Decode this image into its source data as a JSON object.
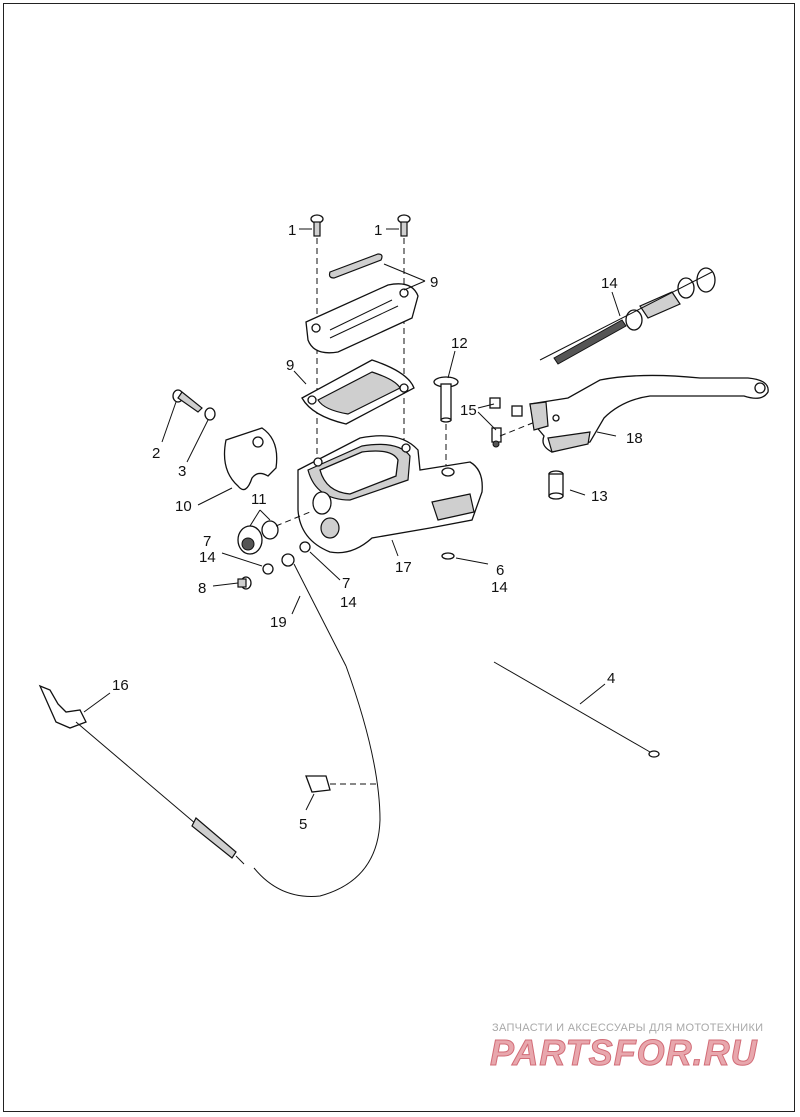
{
  "diagram": {
    "callouts": {
      "c1a": "1",
      "c1b": "1",
      "c9a": "9",
      "c9b": "9",
      "c12": "12",
      "c14top": "14",
      "c15": "15",
      "c18": "18",
      "c13": "13",
      "c2": "2",
      "c3": "3",
      "c10": "10",
      "c11": "11",
      "c7a": "7",
      "c14a": "14",
      "c8": "8",
      "c7b": "7",
      "c14b": "14",
      "c17": "17",
      "c6": "6",
      "c14c": "14",
      "c19": "19",
      "c16": "16",
      "c4": "4",
      "c5": "5"
    }
  },
  "watermark": {
    "tagline": "ЗАПЧАСТИ И АКСЕССУАРЫ ДЛЯ МОТОТЕХНИКИ",
    "brand": "PARTSFOR.RU"
  }
}
